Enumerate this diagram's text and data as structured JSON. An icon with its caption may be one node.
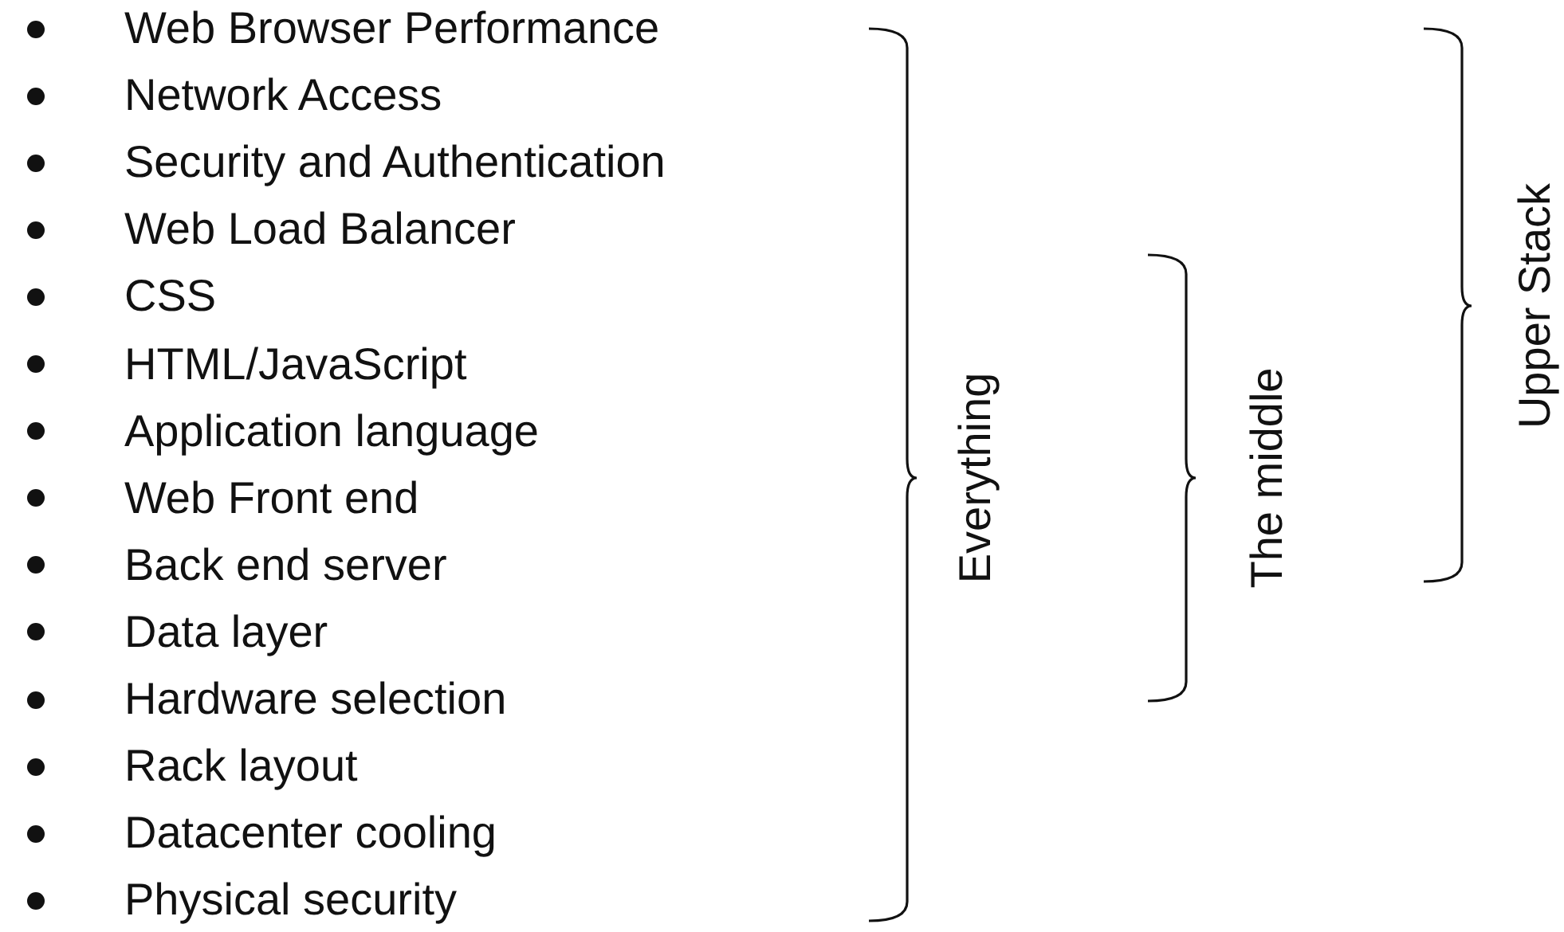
{
  "diagram": {
    "labels": [
      "Web Browser Performance",
      "Network Access",
      "Security and Authentication",
      "Web Load Balancer",
      "CSS",
      "HTML/JavaScript",
      "Application language",
      "Web Front end",
      "Back end server",
      "Data layer",
      "Hardware selection",
      "Rack layout",
      "Datacenter cooling",
      "Physical security",
      "Everything",
      "The middle",
      "Upper Stack"
    ]
  }
}
